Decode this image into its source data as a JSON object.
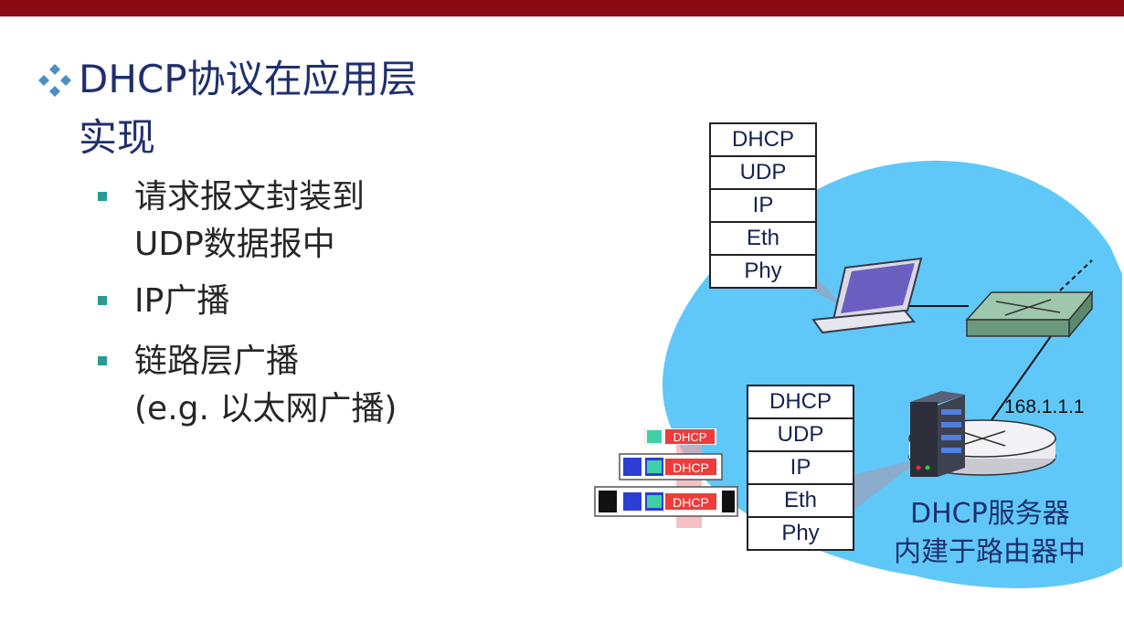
{
  "slide": {
    "title_line1": "DHCP协议在应用层",
    "title_line2": "实现",
    "bullets": [
      {
        "line1": "请求报文封装到",
        "line2": "UDP数据报中"
      },
      {
        "line1": "IP广播"
      },
      {
        "line1": "链路层广播",
        "line2": "(e.g. 以太网广播)"
      }
    ]
  },
  "diagram": {
    "client_stack": [
      "DHCP",
      "UDP",
      "IP",
      "Eth",
      "Phy"
    ],
    "server_stack": [
      "DHCP",
      "UDP",
      "IP",
      "Eth",
      "Phy"
    ],
    "packet_label": "DHCP",
    "router_address": "168.1.1.1",
    "server_caption_line1": "DHCP服务器",
    "server_caption_line2": "内建于路由器中"
  },
  "colors": {
    "top_bar": "#8b0a14",
    "title": "#1f2f6e",
    "bullet_square": "#2a9a94",
    "network_blob": "#5fc8f8"
  }
}
